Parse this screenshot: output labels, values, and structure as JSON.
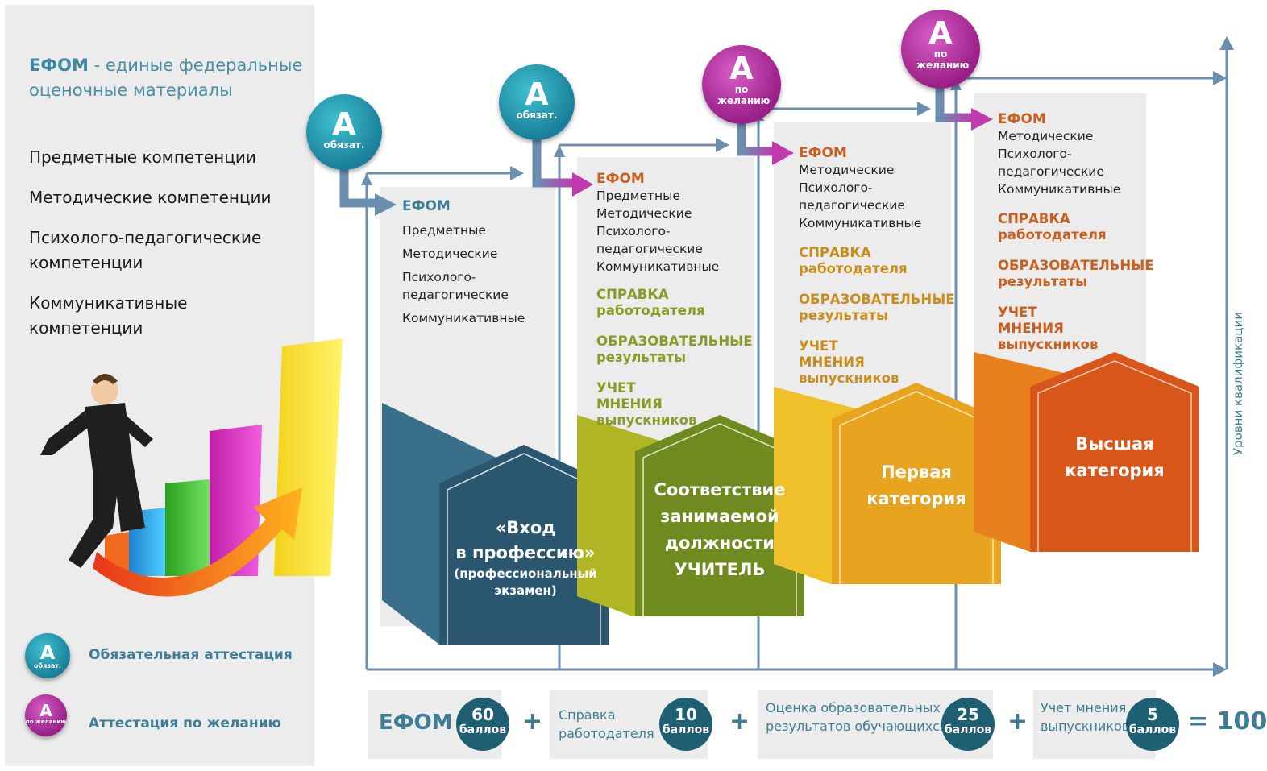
{
  "sidebar": {
    "title_bold": "ЕФОМ",
    "title_rest": " - единые федеральные оценочные материалы",
    "competences": [
      "Предметные компетенции",
      "Методические компетенции",
      "Психолого-педагогические компетенции",
      "Коммуникативные компетенции"
    ],
    "legend": [
      {
        "badge": "А",
        "sub": "обязат.",
        "label": "Обязательная аттестация"
      },
      {
        "badge": "А",
        "sub": "по желанию",
        "label": "Аттестация по желанию"
      }
    ]
  },
  "badges": [
    {
      "letter": "А",
      "sub": "обязат.",
      "color": "#1f8aa6"
    },
    {
      "letter": "А",
      "sub": "обязат.",
      "color": "#1f8aa6"
    },
    {
      "letter": "А",
      "sub": "по желанию",
      "color": "#b2289e"
    },
    {
      "letter": "А",
      "sub": "по желанию",
      "color": "#b2289e"
    }
  ],
  "panels": [
    {
      "head": "ЕФОМ",
      "items": [
        "Предметные",
        "Методические",
        "Психолого-\nпедагогические",
        "Коммуникативные"
      ],
      "extras": []
    },
    {
      "head": "ЕФОМ",
      "items": [
        "Предметные",
        "Методические",
        "Психолого-\nпедагогические",
        "Коммуникативные"
      ],
      "extras": [
        "СПРАВКА работодателя",
        "ОБРАЗОВАТЕЛЬНЫЕ результаты",
        "УЧЕТ МНЕНИЯ выпускников"
      ]
    },
    {
      "head": "ЕФОМ",
      "items": [
        "Методические",
        "Психолого-\nпедагогические",
        "Коммуникативные"
      ],
      "extras": [
        "СПРАВКА работодателя",
        "ОБРАЗОВАТЕЛЬНЫЕ результаты",
        "УЧЕТ МНЕНИЯ выпускников"
      ]
    },
    {
      "head": "ЕФОМ",
      "items": [
        "Методические",
        "Психолого-\nпедагогические",
        "Коммуникативные"
      ],
      "extras": [
        "СПРАВКА работодателя",
        "ОБРАЗОВАТЕЛЬНЫЕ результаты",
        "УЧЕТ МНЕНИЯ выпускников"
      ]
    }
  ],
  "houses": [
    {
      "lines": [
        "«Вход",
        "в профессию»"
      ],
      "sub": [
        "(профессиональный",
        "экзамен)"
      ],
      "color": "#2a5670"
    },
    {
      "lines": [
        "Соответствие",
        "занимаемой",
        "должности",
        "УЧИТЕЛЬ"
      ],
      "sub": [],
      "color": "#6f8a1f"
    },
    {
      "lines": [
        "Первая",
        "категория"
      ],
      "sub": [],
      "color": "#e9a41f"
    },
    {
      "lines": [
        "Высшая",
        "категория"
      ],
      "sub": [],
      "color": "#d9561a"
    }
  ],
  "axis_label": "Уровни квалификации",
  "formula": {
    "items": [
      {
        "label": "ЕФОМ",
        "value": "60",
        "unit": "баллов"
      },
      {
        "label": "Справка работодателя",
        "value": "10",
        "unit": "баллов"
      },
      {
        "label": "Оценка образовательных результатов обучающихся",
        "value": "25",
        "unit": "баллов"
      },
      {
        "label": "Учет мнения выпускников",
        "value": "5",
        "unit": "баллов"
      }
    ],
    "plus": "+",
    "total": "= 100"
  }
}
